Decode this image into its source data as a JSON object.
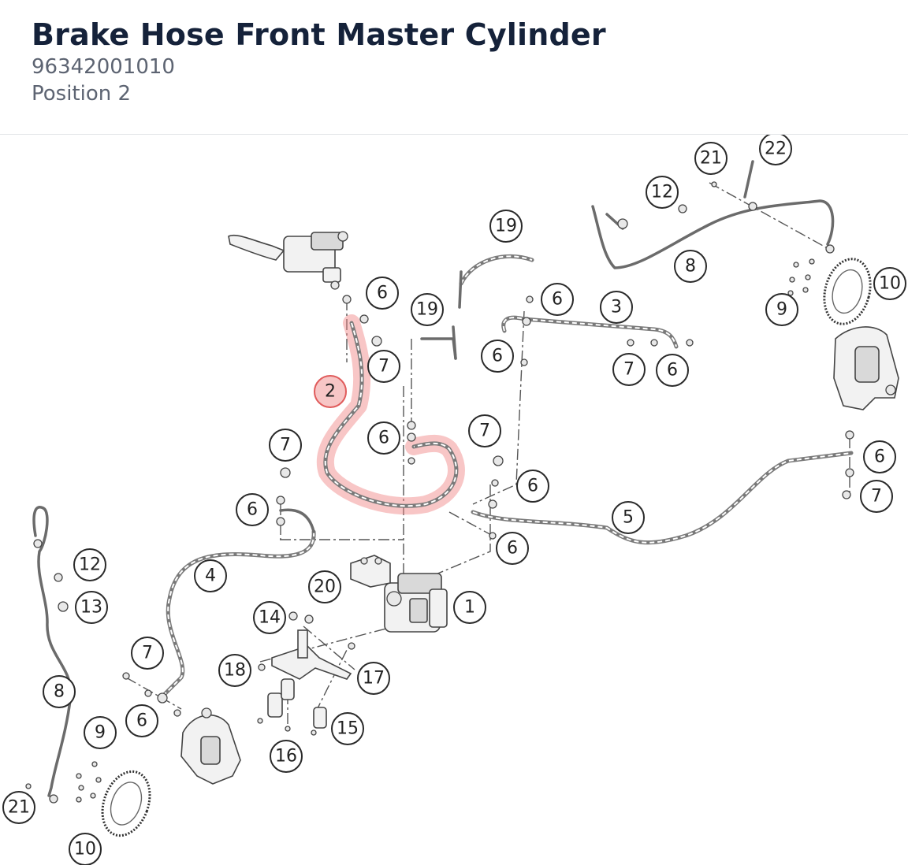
{
  "header": {
    "title": "Brake Hose Front Master Cylinder",
    "part_number": "96342001010",
    "position": "Position 2"
  },
  "colors": {
    "title": "#15223a",
    "subtitle": "#5d6472",
    "highlight": "#f08080"
  },
  "diagram": {
    "highlighted_callout": "2",
    "callouts": {
      "c2": "2",
      "c6a": "6",
      "c7a": "7",
      "c19a": "19",
      "c19b": "19",
      "c6b": "6",
      "c3": "3",
      "c6c": "6",
      "c7b": "7",
      "c6d": "6",
      "c21a": "21",
      "c22": "22",
      "c12a": "12",
      "c8a": "8",
      "c10a": "10",
      "c9a": "9",
      "c6e": "6",
      "c7c": "7",
      "c7d": "7",
      "c6f": "6",
      "c6g": "6",
      "c5": "5",
      "c6h": "6",
      "c7e": "7",
      "c6i": "6",
      "c12b": "12",
      "c4": "4",
      "c13": "13",
      "c20": "20",
      "c1": "1",
      "c14": "14",
      "c18": "18",
      "c17": "17",
      "c7f": "7",
      "c8b": "8",
      "c6j": "6",
      "c9b": "9",
      "c15": "15",
      "c16": "16",
      "c21b": "21",
      "c10b": "10"
    }
  }
}
